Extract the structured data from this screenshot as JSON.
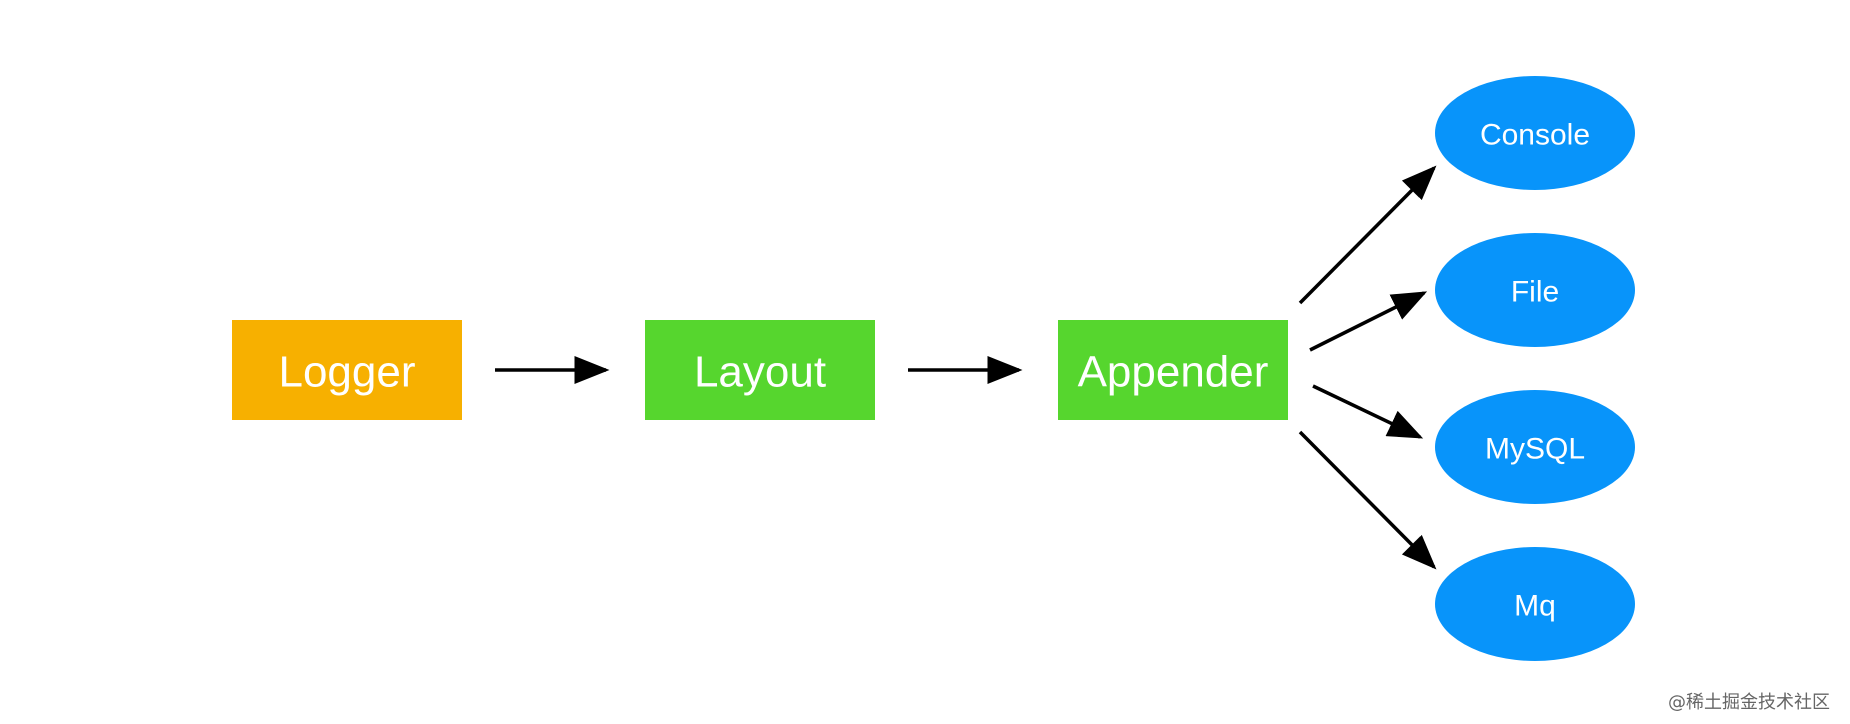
{
  "colors": {
    "logger": "#f7b000",
    "green": "#56d62e",
    "blue": "#0894fa",
    "arrow": "#000000",
    "text": "#ffffff"
  },
  "nodes": {
    "logger": "Logger",
    "layout": "Layout",
    "appender": "Appender"
  },
  "outputs": [
    "Console",
    "File",
    "MySQL",
    "Mq"
  ],
  "watermark": "@稀土掘金技术社区"
}
